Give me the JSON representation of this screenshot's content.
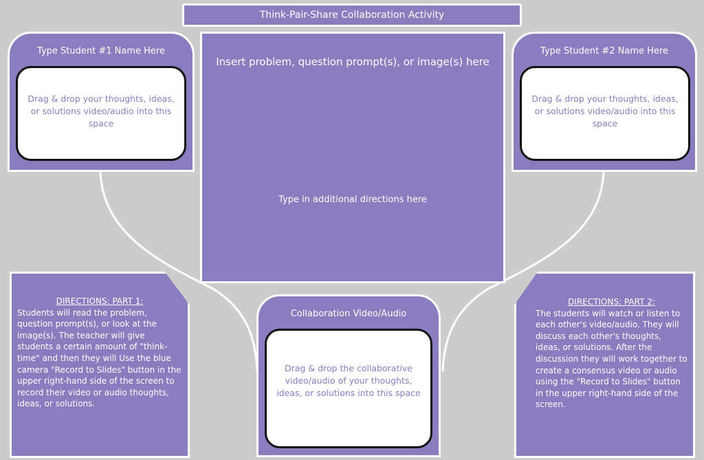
{
  "title": "Think-Pair-Share Collaboration Activity",
  "center": {
    "prompt": "Insert problem, question prompt(s), or image(s) here",
    "additional": "Type in additional directions here"
  },
  "student1": {
    "name_placeholder": "Type Student #1 Name Here",
    "drop_text": "Drag & drop your thoughts, ideas, or solutions video/audio into this space"
  },
  "student2": {
    "name_placeholder": "Type Student #2 Name Here",
    "drop_text": "Drag & drop your thoughts, ideas, or solutions video/audio into this space"
  },
  "collaboration": {
    "title": "Collaboration Video/Audio",
    "drop_text": "Drag & drop the collaborative video/audio of your thoughts, ideas, or solutions into this space"
  },
  "directions_part1": {
    "heading": "DIRECTIONS: PART 1:",
    "body": "Students will read the problem, question prompt(s), or look at the image(s). The teacher will give students a certain amount of \"think-time\" and then they will Use the blue camera \"Record to Slides\" button in the upper right-hand side of the screen to record their video or audio thoughts, ideas, or solutions."
  },
  "directions_part2": {
    "heading": "DIRECTIONS: PART 2:",
    "body": "The students will watch or listen to each other's video/audio. They will discuss each other's thoughts, ideas, or solutions. After the discussion they will work together to create a consensus video or audio using the \"Record to Slides\" button in the upper right-hand side of the screen."
  },
  "colors": {
    "panel": "#8b7bbf",
    "background": "#cccccc",
    "border": "#ffffff",
    "drop_text": "#8b7bbf"
  }
}
